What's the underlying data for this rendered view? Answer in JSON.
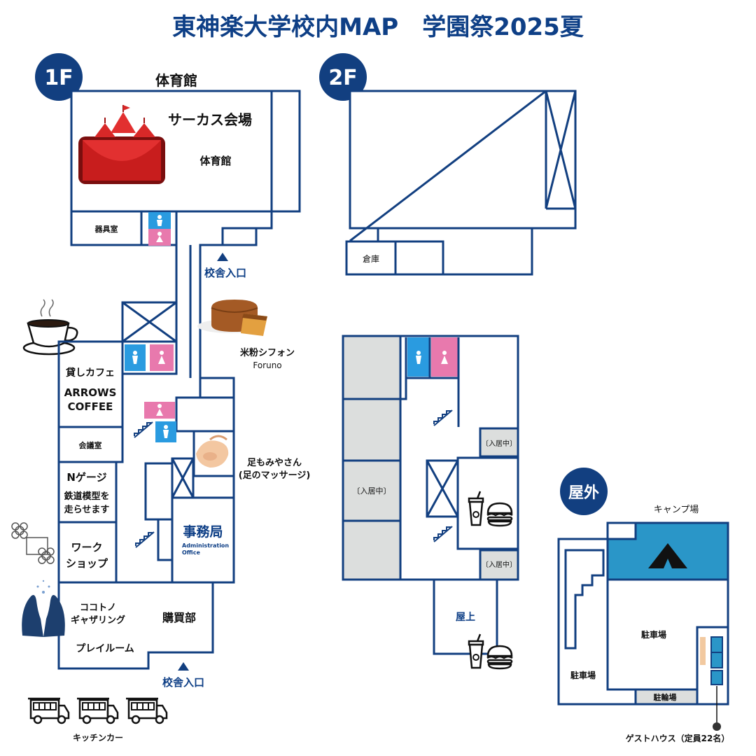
{
  "title": "東神楽大学校内MAP　学園祭2025夏",
  "colors": {
    "navy": "#123f80",
    "title_blue": "#0e3f86",
    "restroom_male": "#2a9be0",
    "restroom_female": "#e879ad",
    "camp": "#2a96c8",
    "occupied_gray": "#dcdedd"
  },
  "floors": {
    "f1": {
      "badge": "1F",
      "gym_label": "体育館",
      "circus_title": "サーカス会場",
      "circus_sub": "体育館",
      "equipment_room": "器具室",
      "entrance_top": "校舎入口",
      "chiffon_name": "米粉シフォン",
      "chiffon_brand": "Foruno",
      "cafe_line1": "貸しカフェ",
      "cafe_line2": "ARROWS",
      "cafe_line3": "COFFEE",
      "meeting_room": "会議室",
      "ngauge_title": "Nゲージ",
      "ngauge_line1": "鉄道模型を",
      "ngauge_line2": "走らせます",
      "workshop_line1": "ワーク",
      "workshop_line2": "ショップ",
      "foot_line1": "足もみやさん",
      "foot_line2": "(足のマッサージ)",
      "office_jp": "事務局",
      "office_en1": "Administration",
      "office_en2": "Office",
      "cocotono_line1": "ココトノ",
      "cocotono_line2": "ギャザリング",
      "store": "購買部",
      "playroom": "プレイルーム",
      "entrance_bottom": "校舎入口",
      "kitchen_car": "キッチンカー"
    },
    "f2": {
      "badge": "2F",
      "storage": "倉庫",
      "occupied_small_1": "〔入居中〕",
      "occupied_large": "〔入居中〕",
      "occupied_small_2": "〔入居中〕",
      "rooftop": "屋上"
    },
    "outdoor": {
      "badge": "屋外",
      "camp_label": "キャンプ場",
      "parking_1": "駐車場",
      "parking_2": "駐車場",
      "bicycle": "駐輪場",
      "guesthouse": "ゲストハウス（定員22名）"
    }
  },
  "icons": {
    "restroom_male": "male-restroom-icon",
    "restroom_female": "female-restroom-icon",
    "stairs": "stairs-icon",
    "elevator": "elevator-icon",
    "entrance_arrow": "triangle-up-icon",
    "drink": "drink-cup-icon",
    "burger": "burger-icon",
    "tent": "tent-icon",
    "food_truck": "food-truck-icon",
    "coffee": "coffee-cup-icon",
    "cake": "chiffon-cake-icon",
    "circus": "circus-tent-icon",
    "flower": "flower-icon",
    "hands": "hands-icon",
    "massage": "foot-massage-icon"
  }
}
